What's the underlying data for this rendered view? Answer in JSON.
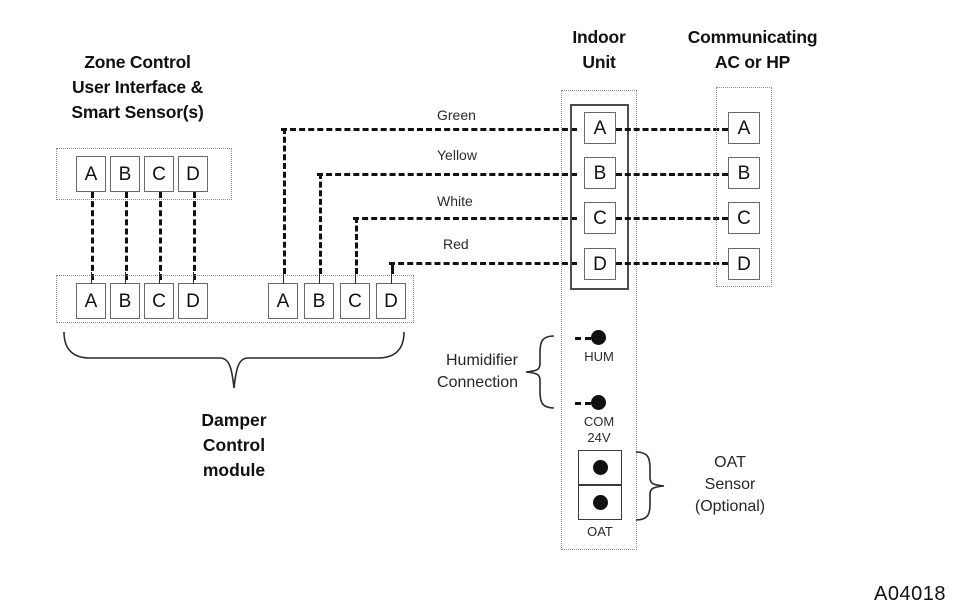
{
  "figure": {
    "id_label": "A04018",
    "type": "wiring-diagram"
  },
  "headings": {
    "zone_control": "Zone Control\nUser Interface &\nSmart Sensor(s)",
    "indoor_unit": "Indoor\nUnit",
    "communicating": "Communicating\nAC or HP"
  },
  "callouts": {
    "damper_module": "Damper\nControl\nmodule",
    "humidifier": "Humidifier\nConnection",
    "oat_sensor": "OAT\nSensor\n(Optional)"
  },
  "wire_labels": {
    "green": "Green",
    "yellow": "Yellow",
    "white": "White",
    "red": "Red"
  },
  "terminals": {
    "zone_control": [
      "A",
      "B",
      "C",
      "D"
    ],
    "damper_left": [
      "A",
      "B",
      "C",
      "D"
    ],
    "damper_right": [
      "A",
      "B",
      "C",
      "D"
    ],
    "indoor_unit": [
      "A",
      "B",
      "C",
      "D"
    ],
    "communicating": [
      "A",
      "B",
      "C",
      "D"
    ]
  },
  "pin_labels": {
    "hum": "HUM",
    "com": "COM\n24V",
    "oat": "OAT"
  },
  "colors": {
    "line": "#111111",
    "box_border": "#6a6a6a",
    "dotted_border": "#8d8d8d",
    "background": "#ffffff",
    "text": "#1a1a1a"
  }
}
